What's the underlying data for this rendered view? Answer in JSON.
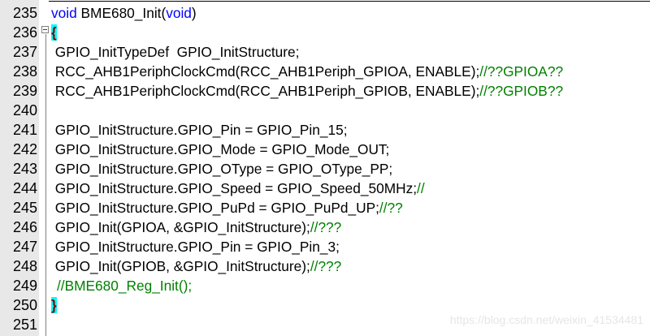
{
  "editor": {
    "lines": [
      {
        "num": "235",
        "indent": "",
        "code": "BME680_Init(",
        "kw1": "void",
        "kw2": "void",
        "tail": ")",
        "comment": ""
      },
      {
        "num": "236",
        "brace": "{"
      },
      {
        "num": "237",
        "code": " GPIO_InitTypeDef  GPIO_InitStructure;",
        "comment": ""
      },
      {
        "num": "238",
        "code": " RCC_AHB1PeriphClockCmd(RCC_AHB1Periph_GPIOA, ENABLE);",
        "comment": "//??GPIOA??"
      },
      {
        "num": "239",
        "code": " RCC_AHB1PeriphClockCmd(RCC_AHB1Periph_GPIOB, ENABLE);",
        "comment": "//??GPIOB??"
      },
      {
        "num": "240",
        "code": "",
        "comment": ""
      },
      {
        "num": "241",
        "code": " GPIO_InitStructure.GPIO_Pin = GPIO_Pin_15;",
        "comment": ""
      },
      {
        "num": "242",
        "code": " GPIO_InitStructure.GPIO_Mode = GPIO_Mode_OUT;",
        "comment": ""
      },
      {
        "num": "243",
        "code": " GPIO_InitStructure.GPIO_OType = GPIO_OType_PP;",
        "comment": ""
      },
      {
        "num": "244",
        "code": " GPIO_InitStructure.GPIO_Speed = GPIO_Speed_50MHz;",
        "comment": "//"
      },
      {
        "num": "245",
        "code": " GPIO_InitStructure.GPIO_PuPd = GPIO_PuPd_UP;",
        "comment": "//??"
      },
      {
        "num": "246",
        "code": " GPIO_Init(GPIOA, &GPIO_InitStructure);",
        "comment": "//???"
      },
      {
        "num": "247",
        "code": " GPIO_InitStructure.GPIO_Pin = GPIO_Pin_3;",
        "comment": ""
      },
      {
        "num": "248",
        "code": " GPIO_Init(GPIOB, &GPIO_InitStructure);",
        "comment": "//???"
      },
      {
        "num": "249",
        "code": "",
        "comment": "//BME680_Reg_Init();"
      },
      {
        "num": "250",
        "brace": "}"
      },
      {
        "num": "251",
        "code": "",
        "comment": ""
      }
    ]
  },
  "watermark": "https://blog.csdn.net/weixin_41534481",
  "colors": {
    "keyword": "#0000ff",
    "comment": "#008000",
    "brace_highlight": "#00ffff",
    "gutter": "#e8e8e8"
  }
}
